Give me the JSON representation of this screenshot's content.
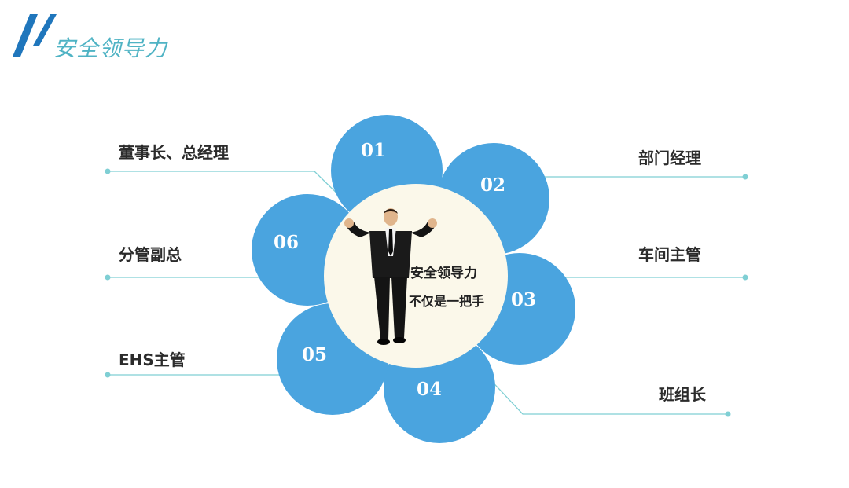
{
  "title": "安全领导力",
  "center": {
    "line1": "安全领导力",
    "line2": "不仅是一把手"
  },
  "petals": [
    "01",
    "02",
    "03",
    "04",
    "05",
    "06"
  ],
  "roles": {
    "left": [
      "董事长、总经理",
      "分管副总",
      "EHS主管"
    ],
    "right": [
      "部门经理",
      "车间主管",
      "班组长"
    ]
  },
  "colors": {
    "petal": "#4aa4df",
    "center": "#fbf8ea",
    "title": "#4fb3c4",
    "accent": "#1f76bc",
    "connector": "#7fcfd4"
  }
}
